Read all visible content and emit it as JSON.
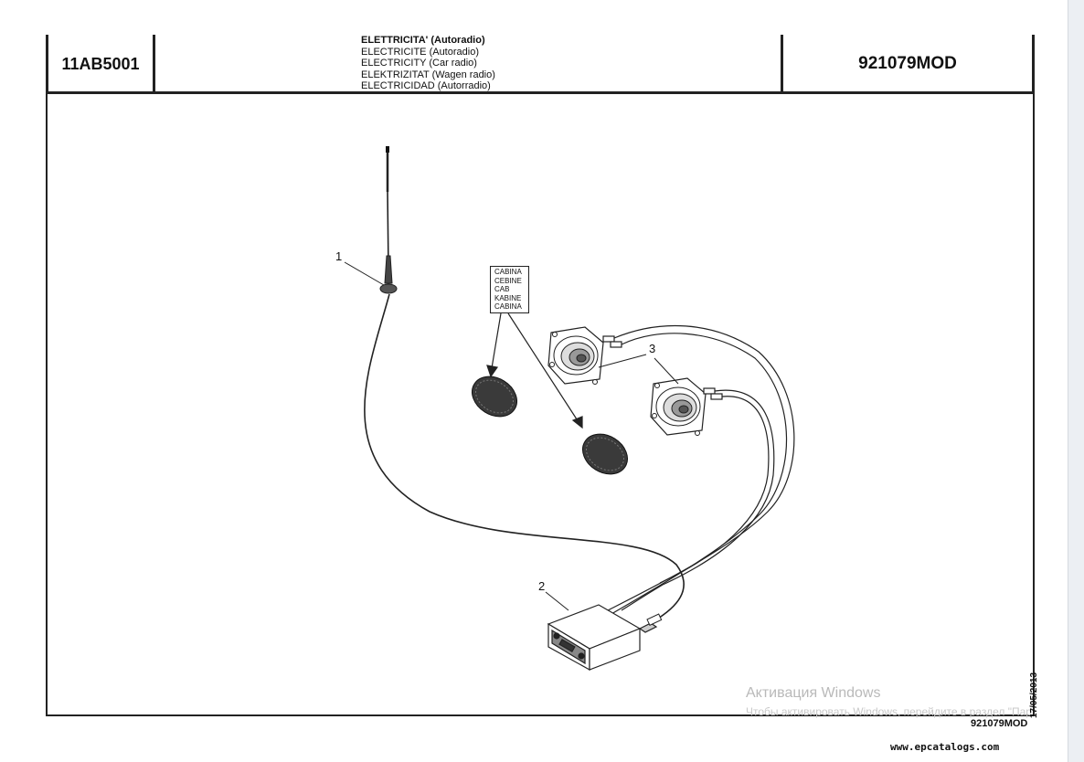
{
  "header": {
    "code_left": "11AB5001",
    "titles": [
      "ELETTRICITA' (Autoradio)",
      "ELECTRICITE (Autoradio)",
      "ELECTRICITY (Car radio)",
      "ELEKTRIZITAT (Wagen radio)",
      "ELECTRICIDAD (Autorradio)"
    ],
    "code_right": "921079MOD"
  },
  "drawing": {
    "callouts": [
      "1",
      "2",
      "3"
    ],
    "cab_label": [
      "CABINA",
      "CEBINE",
      "CAB",
      "KABINE",
      "CABINA"
    ],
    "parts": [
      "antenna-icon",
      "radio-unit-icon",
      "speaker-icon",
      "speaker-grille-icon"
    ]
  },
  "watermark": {
    "title": "Активация Windows",
    "subtitle": "Чтобы активировать Windows, перейдите в раздел \"Пар"
  },
  "footer": {
    "date": "17/05/2013",
    "code": "921079MOD",
    "url": "www.epcatalogs.com"
  }
}
